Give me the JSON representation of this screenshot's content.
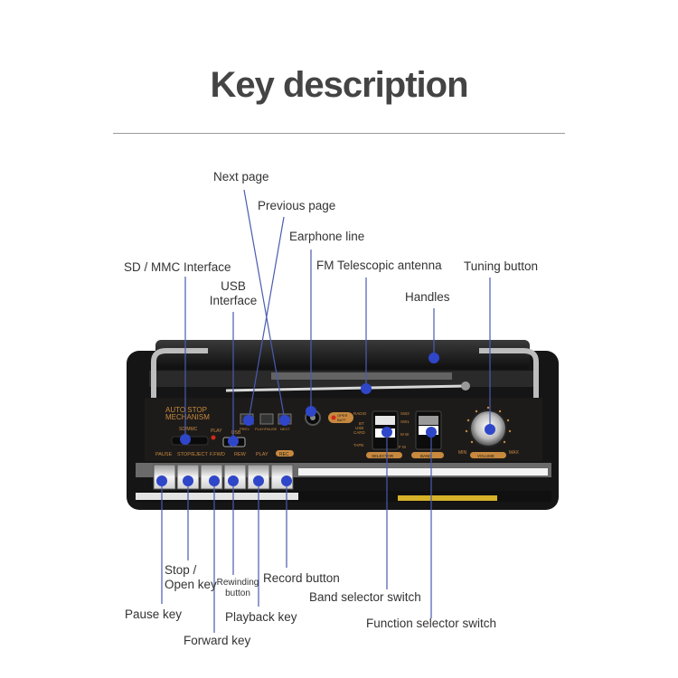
{
  "page": {
    "title": "Key description"
  },
  "colors": {
    "leader_line": "#4a5bb0",
    "marker_dot": "#2f46c8",
    "panel_text": "#c8893e",
    "body_dark": "#1b1b1b"
  },
  "labels_top": {
    "next_page": "Next page",
    "previous_page": "Previous page",
    "earphone_line": "Earphone line",
    "sd_mmc": "SD / MMC Interface",
    "fm_antenna": "FM Telescopic antenna",
    "tuning_button": "Tuning button",
    "usb_line1": "USB",
    "usb_line2": "Interface",
    "handles": "Handles"
  },
  "labels_bottom": {
    "stop_line1": "Stop /",
    "stop_line2": "Open key",
    "rewinding_line1": "Rewinding",
    "rewinding_line2": "button",
    "record_button": "Record button",
    "band_selector": "Band selector switch",
    "pause_key": "Pause key",
    "playback_key": "Playback key",
    "function_selector": "Function selector switch",
    "forward_key": "Forward key"
  },
  "device_panel": {
    "auto_stop_1": "AUTO STOP",
    "auto_stop_2": "MECHANISM",
    "sd_mmc": "SD/MMC",
    "play": "PLAY",
    "usb": "USB",
    "prev": "PREV",
    "play_pause": "PLAY/PAUSE",
    "next": "NEXT",
    "oper_batt_1": "OPER",
    "oper_batt_2": "BATT",
    "radio": "RADIO",
    "bt": "BT",
    "usb_card_1": "USB",
    "usb_card_2": "CARD",
    "tape": "TAPE",
    "sw2": "SW2",
    "sw1": "SW1",
    "mw": "M W",
    "fm": "F M",
    "selector": "SELECTOR",
    "band": "BAND",
    "min": "MIN",
    "max": "MAX",
    "volume": "VOLUME",
    "keys": [
      "PAUSE",
      "STOP/EJECT",
      "F.FWD",
      "REW",
      "PLAY",
      "REC"
    ]
  }
}
